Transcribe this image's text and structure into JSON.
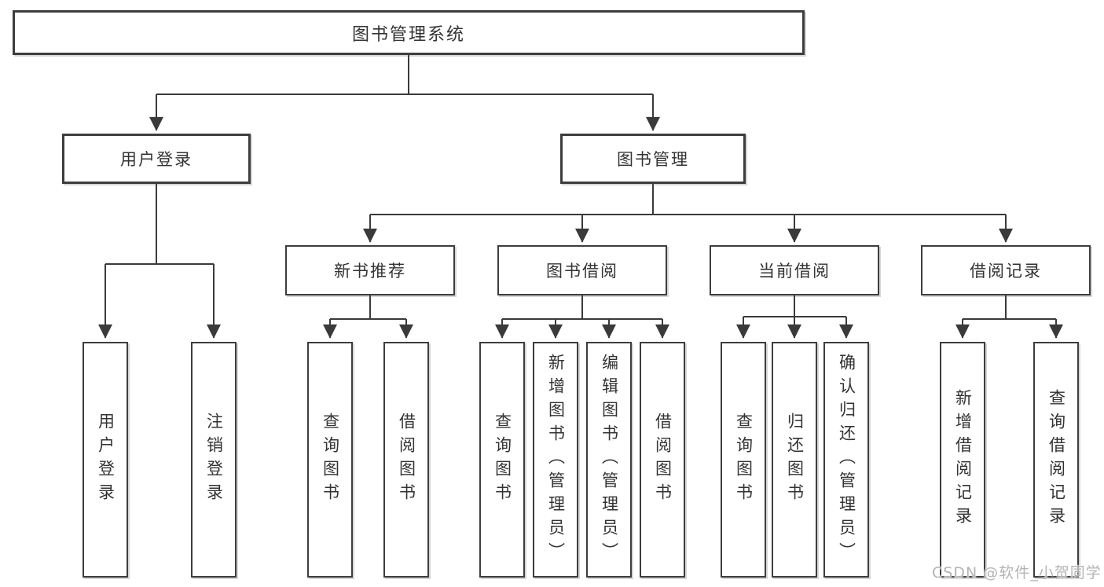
{
  "diagram": {
    "root": {
      "label": "图书管理系统"
    },
    "level2": [
      {
        "label": "用户登录"
      },
      {
        "label": "图书管理"
      }
    ],
    "level3": [
      {
        "label": "新书推荐"
      },
      {
        "label": "图书借阅"
      },
      {
        "label": "当前借阅"
      },
      {
        "label": "借阅记录"
      }
    ],
    "leaves": [
      {
        "label": "用户登录"
      },
      {
        "label": "注销登录"
      },
      {
        "label": "查询图书"
      },
      {
        "label": "借阅图书"
      },
      {
        "label": "查询图书"
      },
      {
        "label": "新增图书（管理员）"
      },
      {
        "label": "编辑图书（管理员）"
      },
      {
        "label": "借阅图书"
      },
      {
        "label": "查询图书"
      },
      {
        "label": "归还图书"
      },
      {
        "label": "确认归还（管理员）"
      },
      {
        "label": "新增借阅记录"
      },
      {
        "label": "查询借阅记录"
      }
    ]
  },
  "watermark": {
    "text": "CSDN @软件_小贺同学"
  },
  "colors": {
    "line": "#3a3a3a",
    "border": "#3d3d3d",
    "text": "#333333",
    "watermark": "#b4b4b4"
  }
}
